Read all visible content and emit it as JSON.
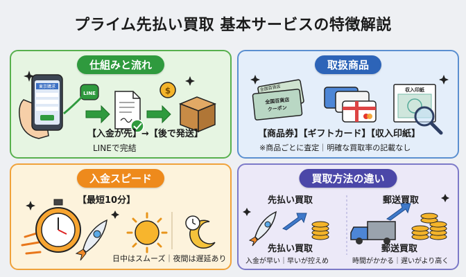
{
  "title": "プライム先払い買取 基本サービスの特徴解説",
  "colors": {
    "flow": "#2f9a3e",
    "products": "#2d64b8",
    "speed": "#ee8a1c",
    "methods": "#4b47a8"
  },
  "flow": {
    "heading": "仕組みと流れ",
    "phone_label": "東京購求",
    "line_badge": "LINE",
    "caption1": "【入金が先】→【後で発送】",
    "caption2": "LINEで完結"
  },
  "products": {
    "heading": "取扱商品",
    "card_back_text": "全国百貨店",
    "card_front_line1": "全国百貨店",
    "card_front_line2": "クーポン",
    "stamp_label": "収入印紙",
    "caption1": "【商品券】【ギフトカード】【収入印紙】",
    "caption2": "※商品ごとに査定｜明確な買取率の記載なし"
  },
  "speed": {
    "heading": "入金スピード",
    "fastest": "【最短10分】",
    "caption": "日中はスムーズ｜夜間は遅延あり"
  },
  "methods": {
    "heading": "買取方法の違い",
    "left_top": "先払い買取",
    "left_bottom": "先払い買取",
    "left_caption": "入金が早い｜早いが控えめ",
    "right_top": "郵送買取",
    "right_bottom": "郵送買取",
    "right_caption": "時間がかかる｜遅いがより高く"
  }
}
